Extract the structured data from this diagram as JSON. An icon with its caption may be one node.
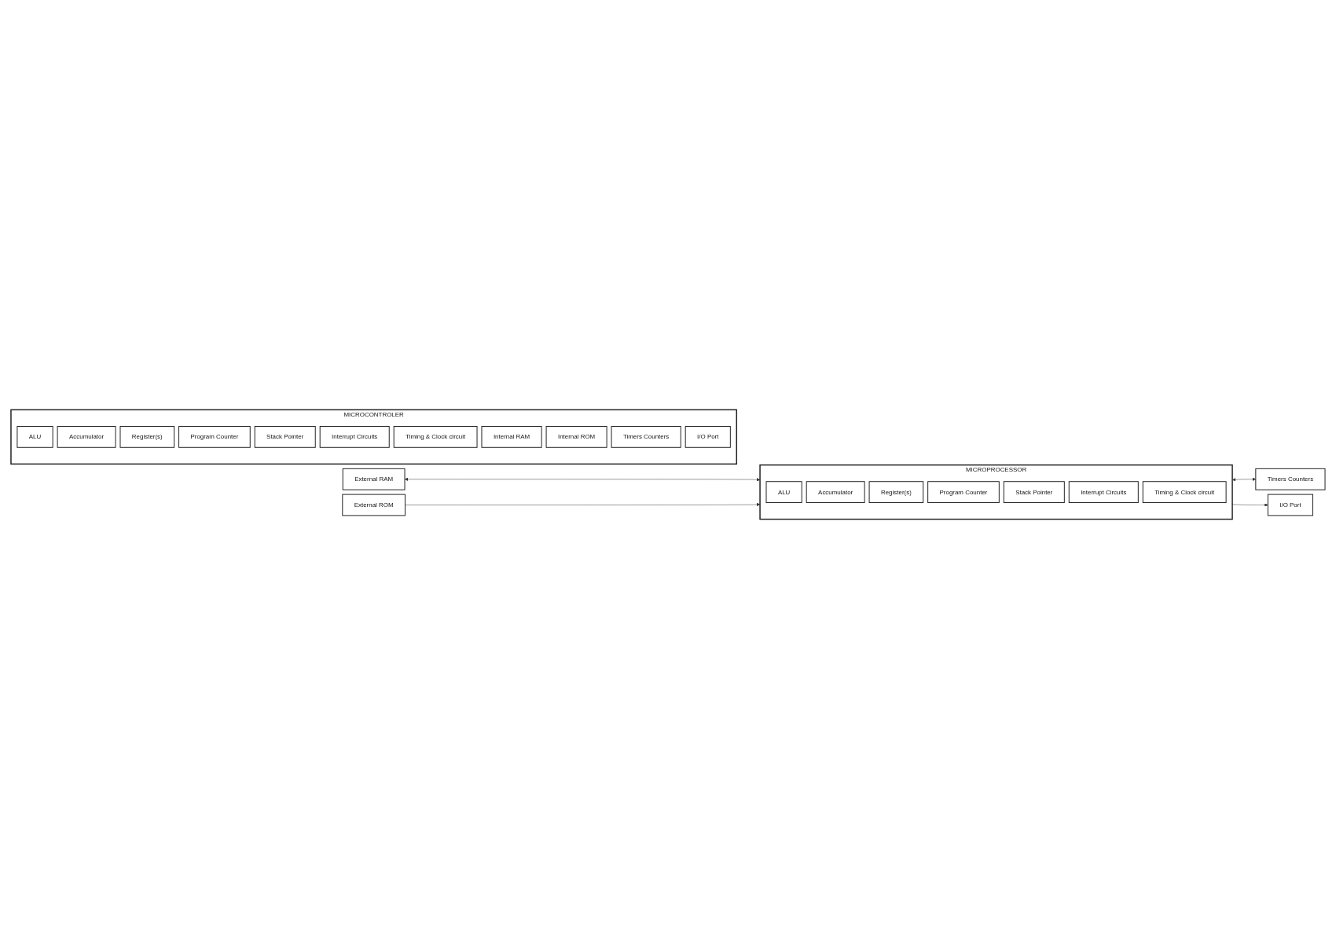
{
  "diagram": {
    "nodes": [
      {
        "text": [
          "External RAM"
        ]
      },
      {
        "text": [
          "External ROM"
        ]
      },
      {
        "text": [
          "MICROPROCESSOR"
        ]
      },
      {
        "text": [
          "ALU"
        ],
        "in": 2
      },
      {
        "text": [
          "Accumulator"
        ],
        "in": 2
      },
      {
        "text": [
          "Register(s)"
        ],
        "in": 2
      },
      {
        "text": [
          "Program Counter"
        ],
        "in": 2
      },
      {
        "text": [
          "Stack Pointer"
        ],
        "in": 2
      },
      {
        "text": [
          "Interrupt Circuits"
        ],
        "in": 2
      },
      {
        "text": [
          "Timing & Clock circuit"
        ],
        "in": 2
      },
      {
        "text": [
          "Timers Counters"
        ]
      },
      {
        "text": [
          "I/O Port"
        ]
      },
      {
        "text": [
          "MICROCONTROLER"
        ]
      },
      {
        "text": [
          "ALU"
        ],
        "in": 12
      },
      {
        "text": [
          "Accumulator"
        ],
        "in": 12
      },
      {
        "text": [
          "Register(s)"
        ],
        "in": 12
      },
      {
        "text": [
          "Program Counter"
        ],
        "in": 12
      },
      {
        "text": [
          "Stack Pointer"
        ],
        "in": 12
      },
      {
        "text": [
          "Interrupt Circuits"
        ],
        "in": 12
      },
      {
        "text": [
          "Timing & Clock circuit"
        ],
        "in": 12
      },
      {
        "text": [
          "Internal RAM"
        ],
        "in": 12
      },
      {
        "text": [
          "Internal ROM"
        ],
        "in": 12
      },
      {
        "text": [
          "Timers Counters"
        ],
        "in": 12
      },
      {
        "text": [
          "I/O Port"
        ],
        "in": 12
      }
    ],
    "edges": [
      {
        "from": 0,
        "to": 2,
        "arrow": "both"
      },
      {
        "from": 1,
        "to": 2,
        "arrow": "to"
      },
      {
        "from": 2,
        "to": 10,
        "arrow": "both"
      },
      {
        "from": 2,
        "to": 11,
        "arrow": "to"
      }
    ]
  }
}
